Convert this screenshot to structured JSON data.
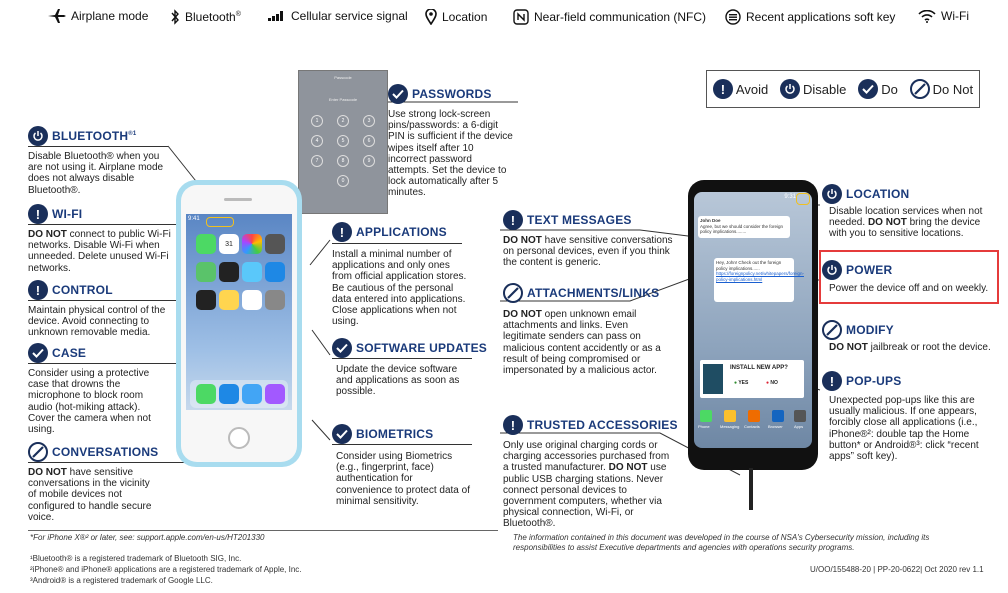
{
  "topbar": {
    "airplane": "Airplane mode",
    "bluetooth": "Bluetooth",
    "bluetooth_sup": "®",
    "cellular": "Cellular service signal",
    "location": "Location",
    "nfc": "Near-field communication (NFC)",
    "recent": "Recent applications soft key",
    "wifi": "Wi-Fi"
  },
  "legend": {
    "avoid": "Avoid",
    "disable": "Disable",
    "do": "Do",
    "do_not": "Do Not"
  },
  "sections": {
    "bluetooth": {
      "title": "BLUETOOTH",
      "title_sup": "®1",
      "text": "Disable Bluetooth® when you are not using it. Airplane mode does not always disable Bluetooth®."
    },
    "wifi": {
      "title": "WI-FI",
      "bold": "DO NOT",
      "text": " connect to public Wi-Fi networks. Disable Wi-Fi when unneeded. Delete unused Wi-Fi networks."
    },
    "control": {
      "title": "CONTROL",
      "text": "Maintain physical control of the device. Avoid connecting to unknown removable media."
    },
    "case": {
      "title": "CASE",
      "text": "Consider using a protective case that drowns the microphone to block room audio (hot-miking attack). Cover the camera when not using."
    },
    "conversations": {
      "title": "CONVERSATIONS",
      "bold": "DO NOT",
      "text": " have sensitive conversations in the vicinity of mobile devices not configured to handle secure voice."
    },
    "passwords": {
      "title": "PASSWORDS",
      "text": "Use strong lock-screen pins/passwords: a 6-digit PIN is sufficient if the device wipes itself after 10 incorrect password attempts. Set the device to lock automatically after 5 minutes."
    },
    "applications": {
      "title": "APPLICATIONS",
      "text": "Install a minimal number of applications and only ones from official application stores. Be cautious of the personal data entered into applications. Close applications when not using."
    },
    "software": {
      "title": "SOFTWARE UPDATES",
      "text": "Update the device software and applications as soon as possible."
    },
    "biometrics": {
      "title": "BIOMETRICS",
      "text": "Consider using Biometrics (e.g., fingerprint, face) authentication for convenience to protect data of minimal sensitivity."
    },
    "text_messages": {
      "title": "TEXT MESSAGES",
      "bold": "DO NOT",
      "text": " have sensitive conversations on personal devices, even if you think the content is generic."
    },
    "attachments": {
      "title": "ATTACHMENTS/LINKS",
      "bold": "DO NOT",
      "text": " open unknown email attachments and links. Even legitimate senders can pass on malicious content accidently or as a result of being compromised or impersonated by a malicious actor."
    },
    "trusted": {
      "title": "TRUSTED ACCESSORIES",
      "text_a": "Only use original charging cords or charging accessories purchased from a trusted manufacturer. ",
      "bold": "DO NOT",
      "text_b": " use public USB charging stations. Never connect personal devices to government computers, whether via physical connection, Wi-Fi, or Bluetooth®."
    },
    "location": {
      "title": "LOCATION",
      "text_a": "Disable location services when not needed. ",
      "bold": "DO NOT",
      "text_b": " bring the device with you to sensitive locations."
    },
    "power": {
      "title": "POWER",
      "text": "Power the device off and on weekly."
    },
    "modify": {
      "title": "MODIFY",
      "bold": "DO NOT",
      "text": " jailbreak or root the device."
    },
    "popups": {
      "title": "POP-UPS",
      "text": "Unexpected pop-ups like this are usually malicious. If one appears, forcibly close all applications (i.e., iPhone®²: double tap the Home button* or Android®³: click “recent apps” soft key)."
    }
  },
  "passcode": {
    "title": "Passcode",
    "prompt": "Enter Passcode",
    "keys": [
      "1",
      "2",
      "3",
      "4",
      "5",
      "6",
      "7",
      "8",
      "9",
      "0"
    ]
  },
  "iphone": {
    "time": "9:41",
    "calendar_day": "31"
  },
  "android": {
    "time": "9:31",
    "sender": "John Doe",
    "msg1": "Agree, but we should consider the foreign policy implications........",
    "msg2": "Hey, John! Check out the foreign policy implications......",
    "link": "https://foreignpolicy.net/whitepapers/foreign-policy-implications.html",
    "popup_title": "INSTALL NEW APP?",
    "popup_yes": "YES",
    "popup_no": "NO",
    "dock": [
      "Phone",
      "Messaging",
      "Contacts",
      "Browser",
      "Apps"
    ]
  },
  "footnotes": {
    "iphonex": "*For iPhone X®² or later, see: support.apple.com/en-us/HT201330",
    "fn1": "¹Bluetooth® is a registered trademark of Bluetooth SIG, Inc.",
    "fn2": "²iPhone® and iPhone® applications are a registered trademark of Apple, Inc.",
    "fn3": "³Android® is a registered trademark of Google LLC.",
    "disclaimer1": "The information contained in this document was developed in the course of NSA's Cybersecurity mission, including its",
    "disclaimer2": "responsibilities to assist Executive departments and agencies with operations security programs.",
    "docid": "U/OO/155488-20 | PP-20-0622| Oct 2020 rev 1.1"
  },
  "colors": {
    "navy": "#1a2f5a",
    "title_blue": "#1a3a7a",
    "highlight_red": "#e53b3b",
    "iphone_frame": "#a8dcef"
  }
}
